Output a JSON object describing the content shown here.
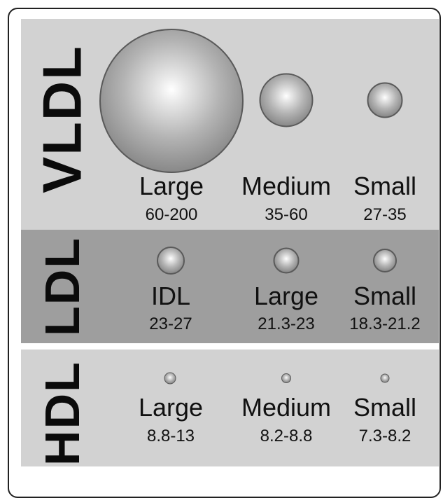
{
  "classes": [
    {
      "label": "VLDL",
      "particles": [
        {
          "name": "Large",
          "range": "60-200"
        },
        {
          "name": "Medium",
          "range": "35-60"
        },
        {
          "name": "Small",
          "range": "27-35"
        }
      ]
    },
    {
      "label": "LDL",
      "particles": [
        {
          "name": "IDL",
          "range": "23-27"
        },
        {
          "name": "Large",
          "range": "21.3-23"
        },
        {
          "name": "Small",
          "range": "18.3-21.2"
        }
      ]
    },
    {
      "label": "HDL",
      "particles": [
        {
          "name": "Large",
          "range": "8.8-13"
        },
        {
          "name": "Medium",
          "range": "8.2-8.8"
        },
        {
          "name": "Small",
          "range": "7.3-8.2"
        }
      ]
    }
  ],
  "colors": {
    "light_band": "#d2d2d2",
    "dark_band": "#9e9e9e",
    "text": "#111111"
  }
}
